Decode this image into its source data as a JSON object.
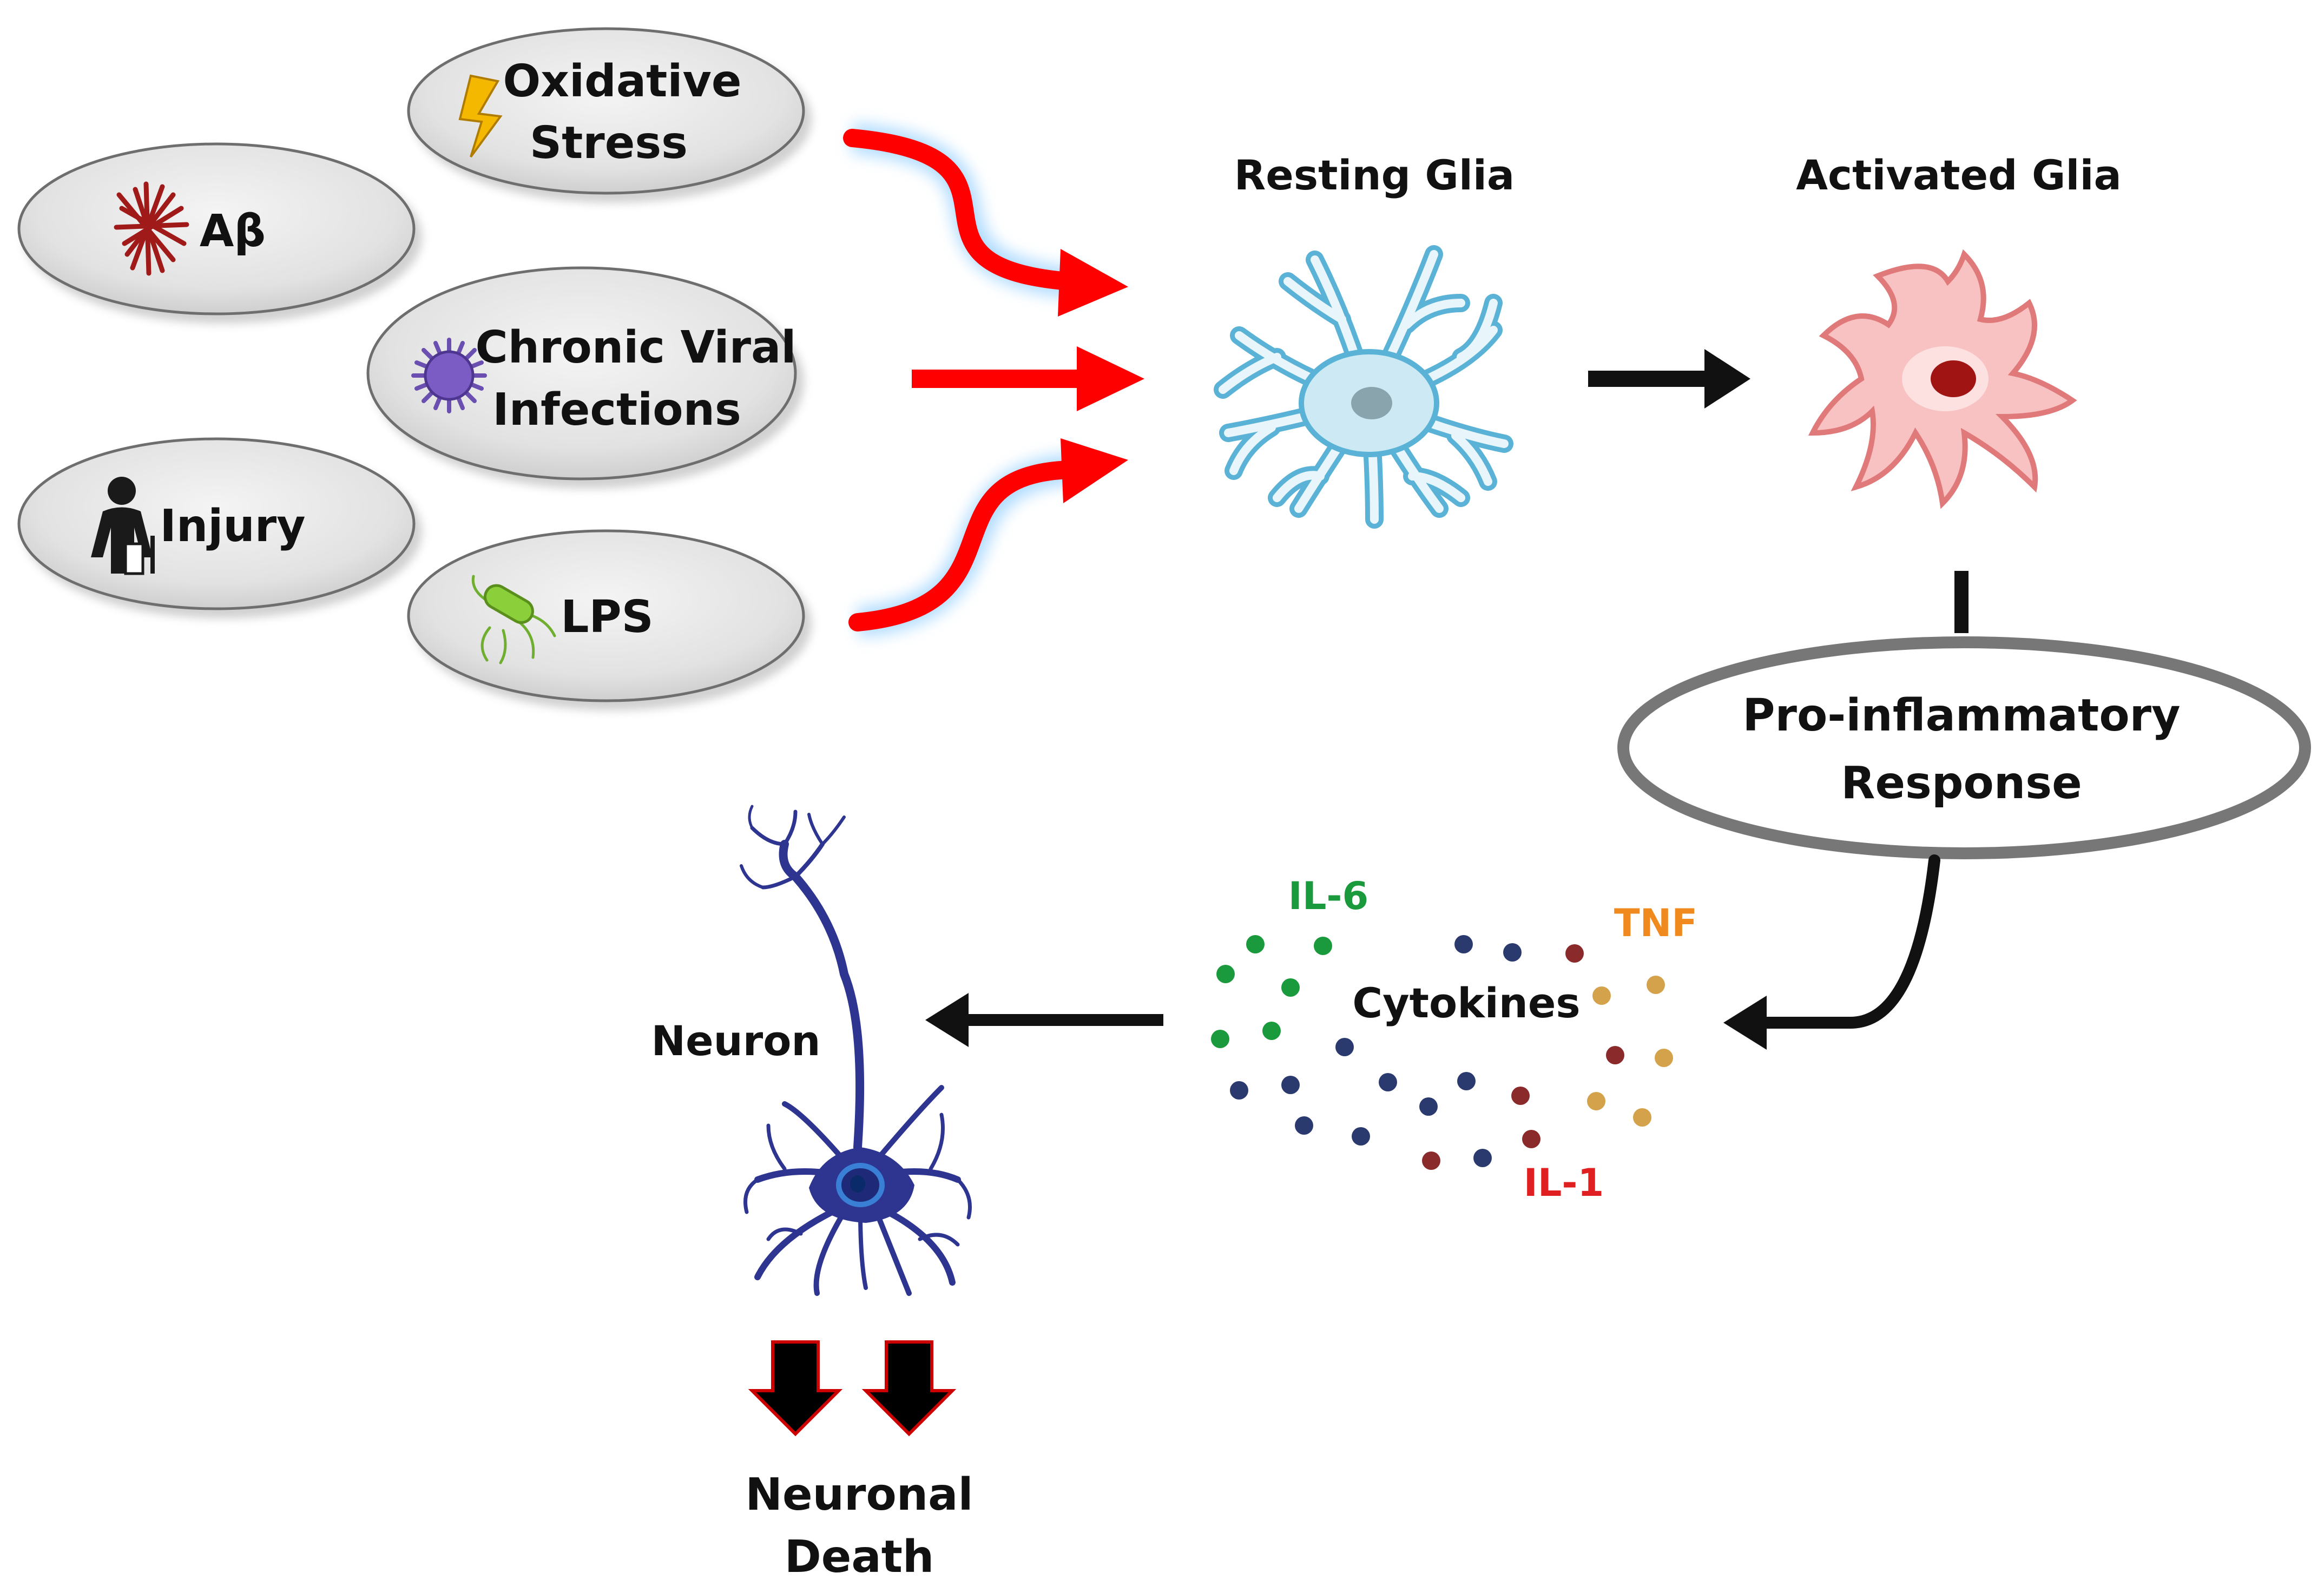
{
  "triggers": {
    "oxidative_stress": [
      "Oxidative",
      "Stress"
    ],
    "abeta": "Aβ",
    "viral": [
      "Chronic Viral",
      "Infections"
    ],
    "injury": "Injury",
    "lps": "LPS"
  },
  "glia": {
    "resting": "Resting Glia",
    "activated": "Activated Glia"
  },
  "response": [
    "Pro-inflammatory",
    "Response"
  ],
  "cytokines": {
    "title": "Cytokines",
    "il6": "IL-6",
    "tnf": "TNF",
    "il1": "IL-1"
  },
  "neuron": "Neuron",
  "outcome": [
    "Neuronal",
    "Death"
  ],
  "colors": {
    "red_arrow": "#ff0000",
    "resting_glia": "#a9d9ea",
    "activated_glia": "#f7b5b5",
    "neuron": "#2d3590",
    "il6": "#1a9a3c",
    "tnf": "#f08a1e",
    "il1": "#e02020",
    "cyt_blue": "#2b3a6e",
    "cyt_brown": "#8b2a2a",
    "cyt_tan": "#d4a24a"
  }
}
